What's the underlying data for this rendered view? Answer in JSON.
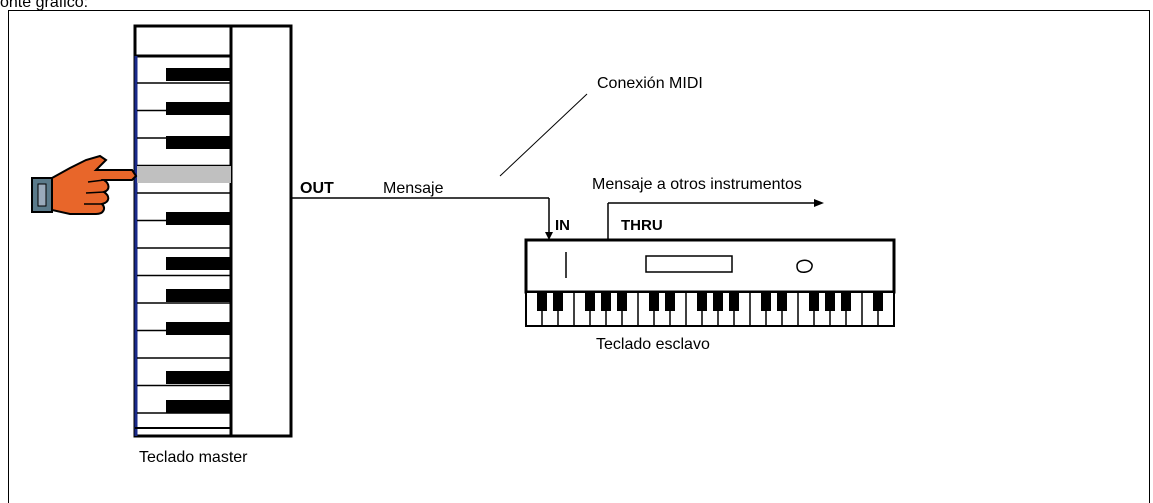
{
  "caption": "onte gráfico:",
  "labels": {
    "conexion_midi": "Conexión MIDI",
    "out": "OUT",
    "mensaje": "Mensaje",
    "mensaje_otros": "Mensaje a otros instrumentos",
    "in": "IN",
    "thru": "THRU",
    "teclado_esclavo": "Teclado esclavo",
    "teclado_master": "Teclado master"
  },
  "colors": {
    "hand": "#e8662a",
    "key_pressed": "#c0c0c0",
    "master_edge": "#1a2a8a"
  },
  "icons": [
    "pointing-hand-icon"
  ]
}
